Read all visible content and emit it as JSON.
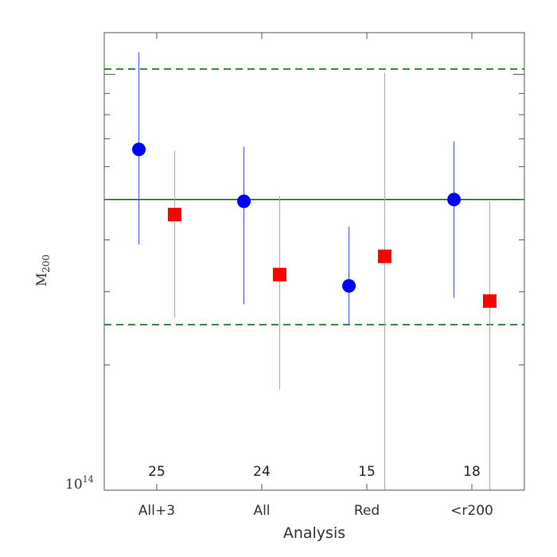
{
  "chart_data": {
    "type": "scatter",
    "xlabel": "Analysis",
    "ylabel": "M",
    "ylabel_sub": "200",
    "y_scale": "log",
    "y_min_label_base": "10",
    "y_min_label_exp": "14",
    "categories": [
      "All+3",
      "All",
      "Red",
      "<r200"
    ],
    "counts": [
      "25",
      "24",
      "15",
      "18"
    ],
    "ylim": [
      100000000000000.0,
      1260000000000000.0
    ],
    "reference_lines": [
      {
        "value": 500000000000000.0,
        "style": "solid",
        "color": "#006400"
      },
      {
        "value": 1030000000000000.0,
        "style": "dashed",
        "color": "#006400"
      },
      {
        "value": 250000000000000.0,
        "style": "dashed",
        "color": "#006400"
      }
    ],
    "series": [
      {
        "marker": "circle",
        "color": "#0000ff",
        "errorbar_color": "#4c4cff",
        "x_offset": -0.17,
        "values": [
          660000000000000.0,
          495000000000000.0,
          310000000000000.0,
          500000000000000.0
        ],
        "lower": [
          390000000000000.0,
          280000000000000.0,
          250000000000000.0,
          290000000000000.0
        ],
        "upper": [
          1130000000000000.0,
          670000000000000.0,
          430000000000000.0,
          690000000000000.0
        ]
      },
      {
        "marker": "square",
        "color": "#ff0000",
        "errorbar_color": "#ff8080",
        "x_offset": 0.17,
        "values": [
          460000000000000.0,
          330000000000000.0,
          365000000000000.0,
          285000000000000.0
        ],
        "lower": [
          260000000000000.0,
          175000000000000.0,
          100000000000000.0,
          100000000000000.0
        ],
        "upper": [
          655000000000000.0,
          510000000000000.0,
          1010000000000000.0,
          495000000000000.0
        ]
      }
    ]
  }
}
